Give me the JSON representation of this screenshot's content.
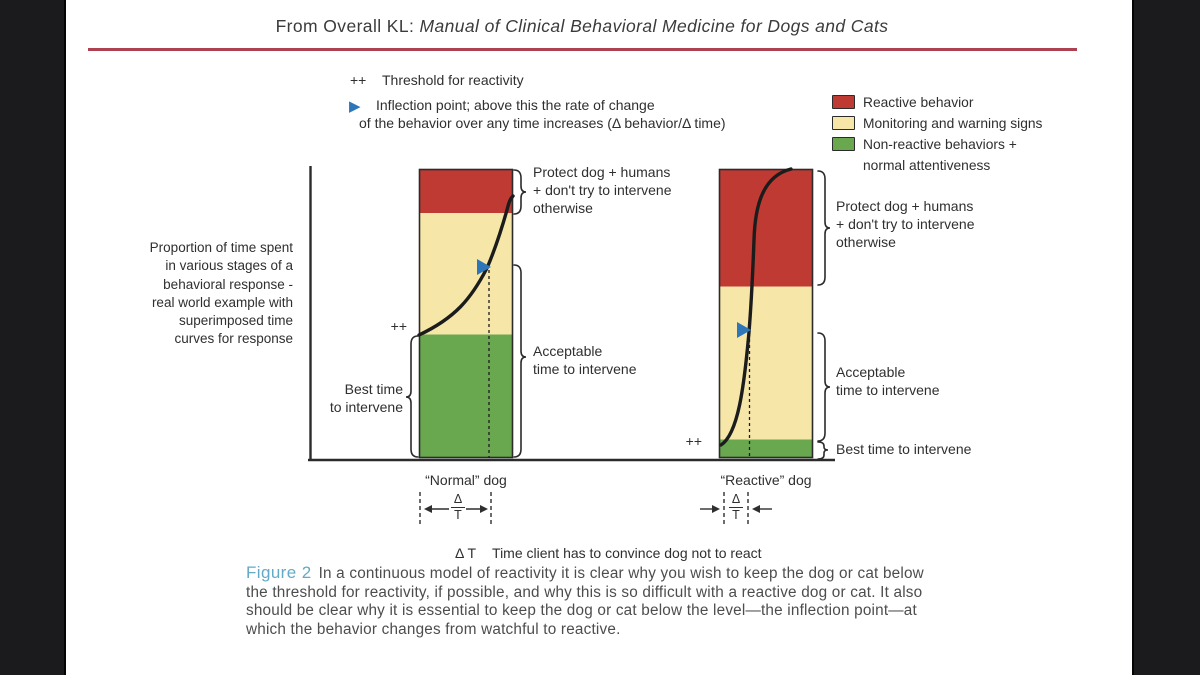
{
  "colors": {
    "red": "#bf3a33",
    "yellow": "#f6e7a9",
    "green": "#69a84f",
    "blue": "#2e76ba",
    "rule": "#ad4150",
    "figure_label": "#62aac8",
    "letterbox": "#1b1b1d"
  },
  "header": {
    "title_prefix": "From Overall KL: ",
    "title_italic": "Manual of Clinical Behavioral Medicine for Dogs and Cats"
  },
  "key": {
    "threshold_symbol": "++",
    "threshold_label": "Threshold for reactivity",
    "inflection_marker": "▶",
    "inflection_label": "Inflection point; above this the rate of change\nof the behavior over any time increases (Δ behavior/Δ time)"
  },
  "legend": {
    "items": [
      {
        "label": "Reactive behavior"
      },
      {
        "label": "Monitoring and warning signs"
      },
      {
        "label": "Non-reactive behaviors +\nnormal attentiveness"
      }
    ]
  },
  "y_axis_label": "Proportion of time spent\nin various stages of a\nbehavioral response -\nreal world example with\nsuperimposed time\ncurves for response",
  "normal_bar": {
    "label": "“Normal” dog",
    "threshold_symbol": "++",
    "protect": "Protect dog + humans\n+ don't try to intervene\notherwise",
    "acceptable": "Acceptable\ntime to intervene",
    "best": "Best time\nto intervene"
  },
  "reactive_bar": {
    "label": "“Reactive” dog",
    "threshold_symbol": "++",
    "protect": "Protect dog + humans\n+ don't try to intervene\notherwise",
    "acceptable": "Acceptable\ntime to intervene",
    "best": "Best time to intervene"
  },
  "delta_t": {
    "delta": "Δ",
    "t": "T",
    "term": "Δ T",
    "definition": "Time client has to convince dog not to react"
  },
  "caption": {
    "figure_label": "Figure 2",
    "text": "In a continuous model of reactivity it is clear why you wish to keep the dog or cat below the threshold for reactivity, if possible, and why this is so difficult with a reactive dog or cat. It also should be clear why it is essential to keep the dog or cat below the level—the inflection point—at which the behavior changes from watchful to reactive."
  },
  "chart_data": {
    "type": "bar",
    "subtype": "stacked_proportion",
    "title": "Proportion of time in behavioral-response stages with superimposed time curves",
    "categories": [
      "“Normal” dog",
      "“Reactive” dog"
    ],
    "series": [
      {
        "name": "Reactive behavior",
        "color": "#bf3a33",
        "values_pct_of_bar": [
          15,
          41
        ]
      },
      {
        "name": "Monitoring and warning signs",
        "color": "#f6e7a9",
        "values_pct_of_bar": [
          43,
          53
        ]
      },
      {
        "name": "Non-reactive behaviors + normal attentiveness",
        "color": "#69a84f",
        "values_pct_of_bar": [
          42,
          6
        ]
      }
    ],
    "ylabel": "Proportion of time spent in various stages of a behavioral response - real world example with superimposed time curves for response",
    "xlabel": "",
    "annotations": "Each bar overlaid with a sigmoid time curve; ▶ marks inflection point, ++ marks threshold for reactivity; braces mark Best / Acceptable / Protect intervention zones; ΔT = time client has to convince dog not to react (wide for normal dog, narrow for reactive dog)",
    "legend_position": "top-right",
    "axes": "qualitative, no numeric ticks"
  }
}
